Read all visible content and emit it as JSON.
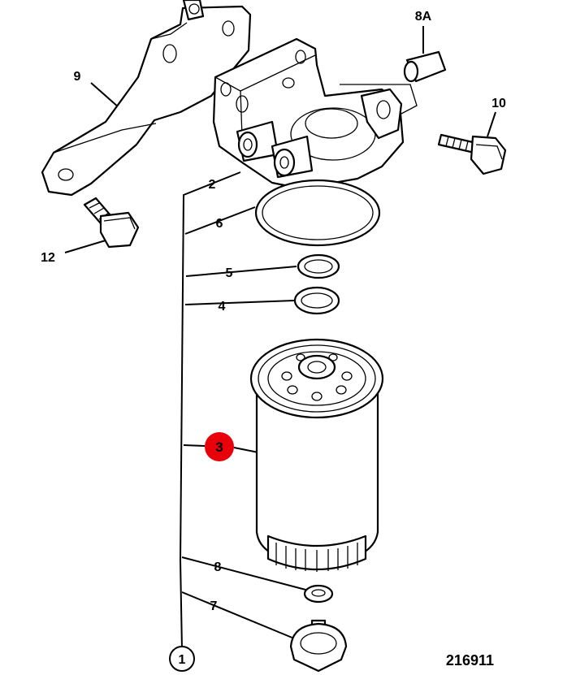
{
  "diagram": {
    "callouts": {
      "c1": "1",
      "c2": "2",
      "c3": "3",
      "c4": "4",
      "c5": "5",
      "c6": "6",
      "c7": "7",
      "c8": "8",
      "c8a": "8A",
      "c9": "9",
      "c10": "10",
      "c12": "12"
    },
    "reference_number": "216911",
    "highlight_color": "#e8000b"
  }
}
